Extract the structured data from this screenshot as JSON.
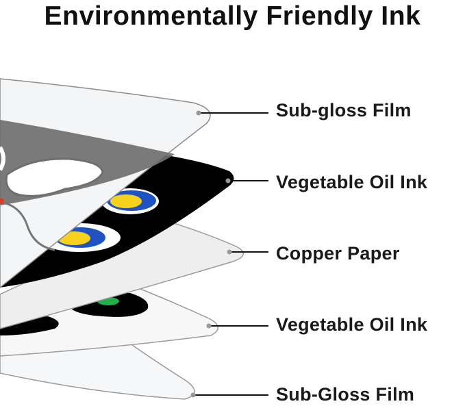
{
  "title": "Environmentally Friendly Ink",
  "layers": [
    {
      "id": "top-film",
      "label": "Sub-gloss Film"
    },
    {
      "id": "top-ink",
      "label": "Vegetable Oil Ink"
    },
    {
      "id": "paper",
      "label": "Copper Paper"
    },
    {
      "id": "bottom-ink",
      "label": "Vegetable Oil Ink"
    },
    {
      "id": "bottom-film",
      "label": "Sub-Gloss Film"
    }
  ],
  "colors": {
    "ink": "#000000",
    "film_fill": "#f5f6f7",
    "paper_fill": "#eeeeee",
    "outline": "#8c8c8c",
    "gray_print": "#6e6e6e",
    "blue_dot": "#1f53c3",
    "yellow_dot": "#f6d21c",
    "green_dot": "#1fb04b",
    "red_mark": "#d93d2a"
  }
}
